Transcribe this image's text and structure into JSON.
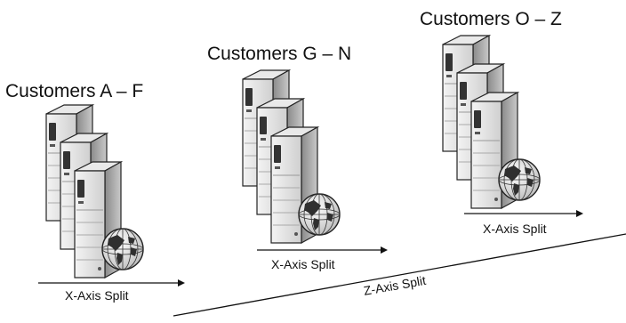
{
  "diagram": {
    "groups": [
      {
        "title": "Customers A – F",
        "axis_label": "X-Axis Split"
      },
      {
        "title": "Customers G – N",
        "axis_label": "X-Axis Split"
      },
      {
        "title": "Customers O – Z",
        "axis_label": "X-Axis Split"
      }
    ],
    "z_axis_label": "Z-Axis Split"
  }
}
